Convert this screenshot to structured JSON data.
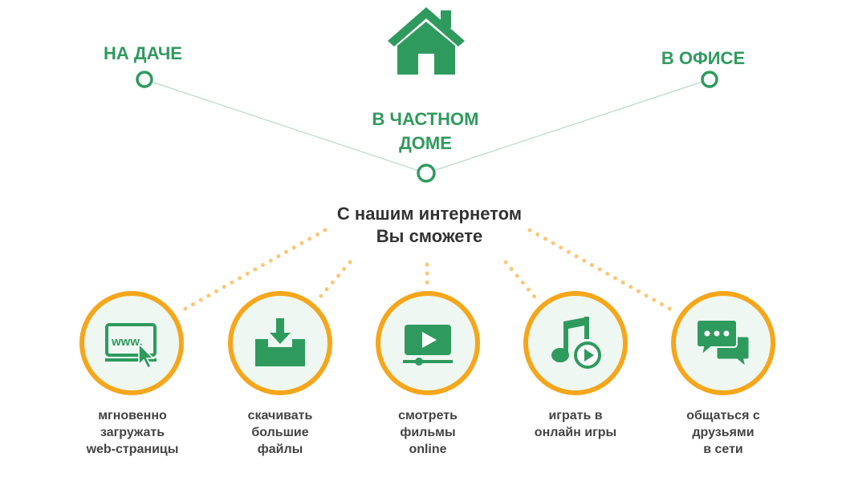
{
  "colors": {
    "green": "#2f9a5e",
    "orange": "#f5a61a",
    "light_green": "#eef7f1",
    "text": "#444444"
  },
  "icons": {
    "top": "house-icon"
  },
  "locations": {
    "dacha": "НА ДАЧЕ",
    "office": "В ОФИСЕ",
    "private_house_line1": "В ЧАСТНОМ",
    "private_house_line2": "ДОМЕ"
  },
  "heading": {
    "line1": "С нашим интернетом",
    "line2": "Вы сможете"
  },
  "features": [
    {
      "icon": "web-browser-icon",
      "line1": "мгновенно",
      "line2": "загружать",
      "line3": "web-страницы"
    },
    {
      "icon": "download-icon",
      "line1": "скачивать",
      "line2": "большие",
      "line3": "файлы"
    },
    {
      "icon": "video-play-icon",
      "line1": "смотреть",
      "line2": "фильмы",
      "line3": "online"
    },
    {
      "icon": "music-play-icon",
      "line1": "играть в",
      "line2": "онлайн игры"
    },
    {
      "icon": "chat-icon",
      "line1": "общаться с",
      "line2": "друзьями",
      "line3": "в сети"
    }
  ],
  "browser_icon_text": "www."
}
